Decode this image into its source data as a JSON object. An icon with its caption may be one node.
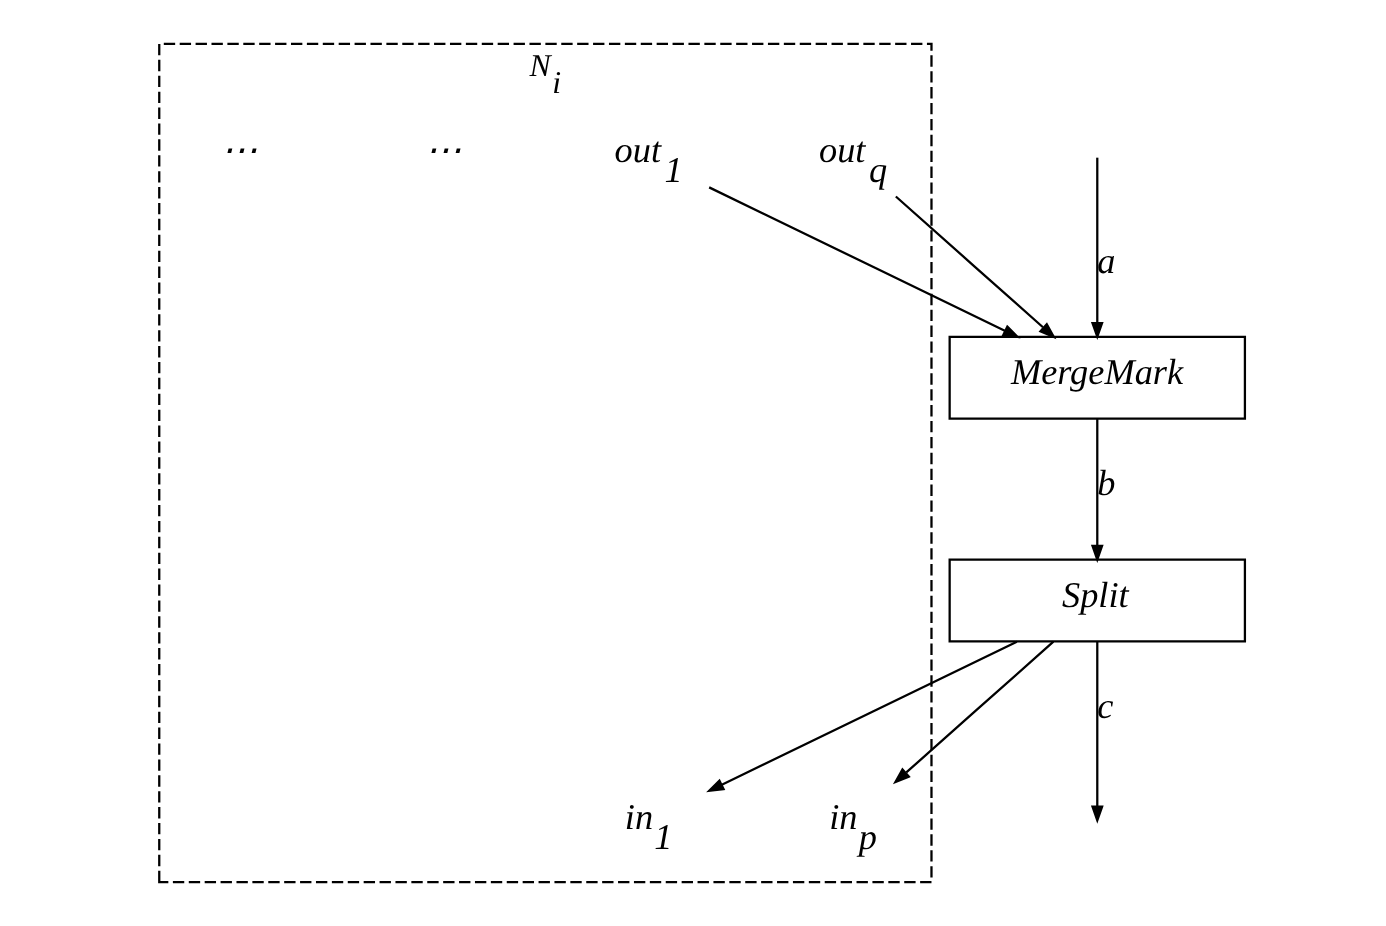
{
  "diagram": {
    "nodes": [
      {
        "text": [
          "MergeMark"
        ]
      },
      {
        "text": [
          "Split"
        ]
      },
      {
        "text": [
          "N$_{i}$"
        ]
      },
      {
        "text": [
          "out$_{1}$"
        ],
        "in": 2
      },
      {
        "text": [
          "out$_{q}$"
        ],
        "in": 2
      },
      {
        "text": [
          "in$_{1}$"
        ],
        "in": 2
      },
      {
        "text": [
          "in$_{p}$"
        ],
        "in": 2
      }
    ],
    "edges": [
      {
        "from": null,
        "to": 0,
        "arrow": "to",
        "label": "a"
      },
      {
        "from": 0,
        "to": 1,
        "arrow": "to",
        "label": "b"
      },
      {
        "from": 1,
        "to": null,
        "arrow": "to",
        "label": "c"
      },
      {
        "from": 3,
        "to": 0,
        "arrow": "to"
      },
      {
        "from": 4,
        "to": 0,
        "arrow": "to"
      },
      {
        "from": 1,
        "to": 5,
        "arrow": "to"
      },
      {
        "from": 1,
        "to": 6,
        "arrow": "to"
      }
    ],
    "labels": [
      "⋯",
      "⋯"
    ]
  }
}
